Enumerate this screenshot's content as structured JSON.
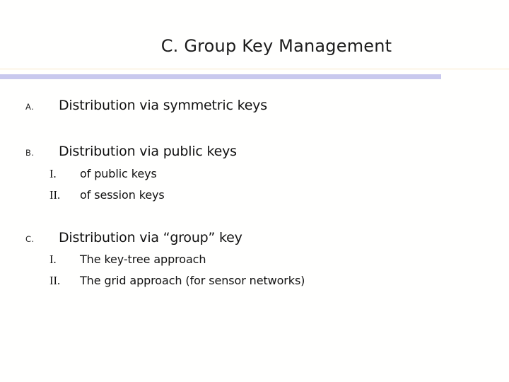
{
  "slide": {
    "title": "C. Group Key Management",
    "colors": {
      "accent_bar": "#c8c8ee",
      "thin_rule": "#fdf8ee",
      "text": "#111111"
    },
    "items": [
      {
        "marker": "A.",
        "text": "Distribution via symmetric keys",
        "subitems": []
      },
      {
        "marker": "B.",
        "text": "Distribution via public keys",
        "subitems": [
          {
            "marker": "I.",
            "text": "of public keys"
          },
          {
            "marker": "II.",
            "text": "of session keys"
          }
        ]
      },
      {
        "marker": "C.",
        "text": "Distribution via “group” key",
        "subitems": [
          {
            "marker": "I.",
            "text": "The key-tree approach"
          },
          {
            "marker": "II.",
            "text": "The grid approach (for sensor networks)"
          }
        ]
      }
    ]
  }
}
